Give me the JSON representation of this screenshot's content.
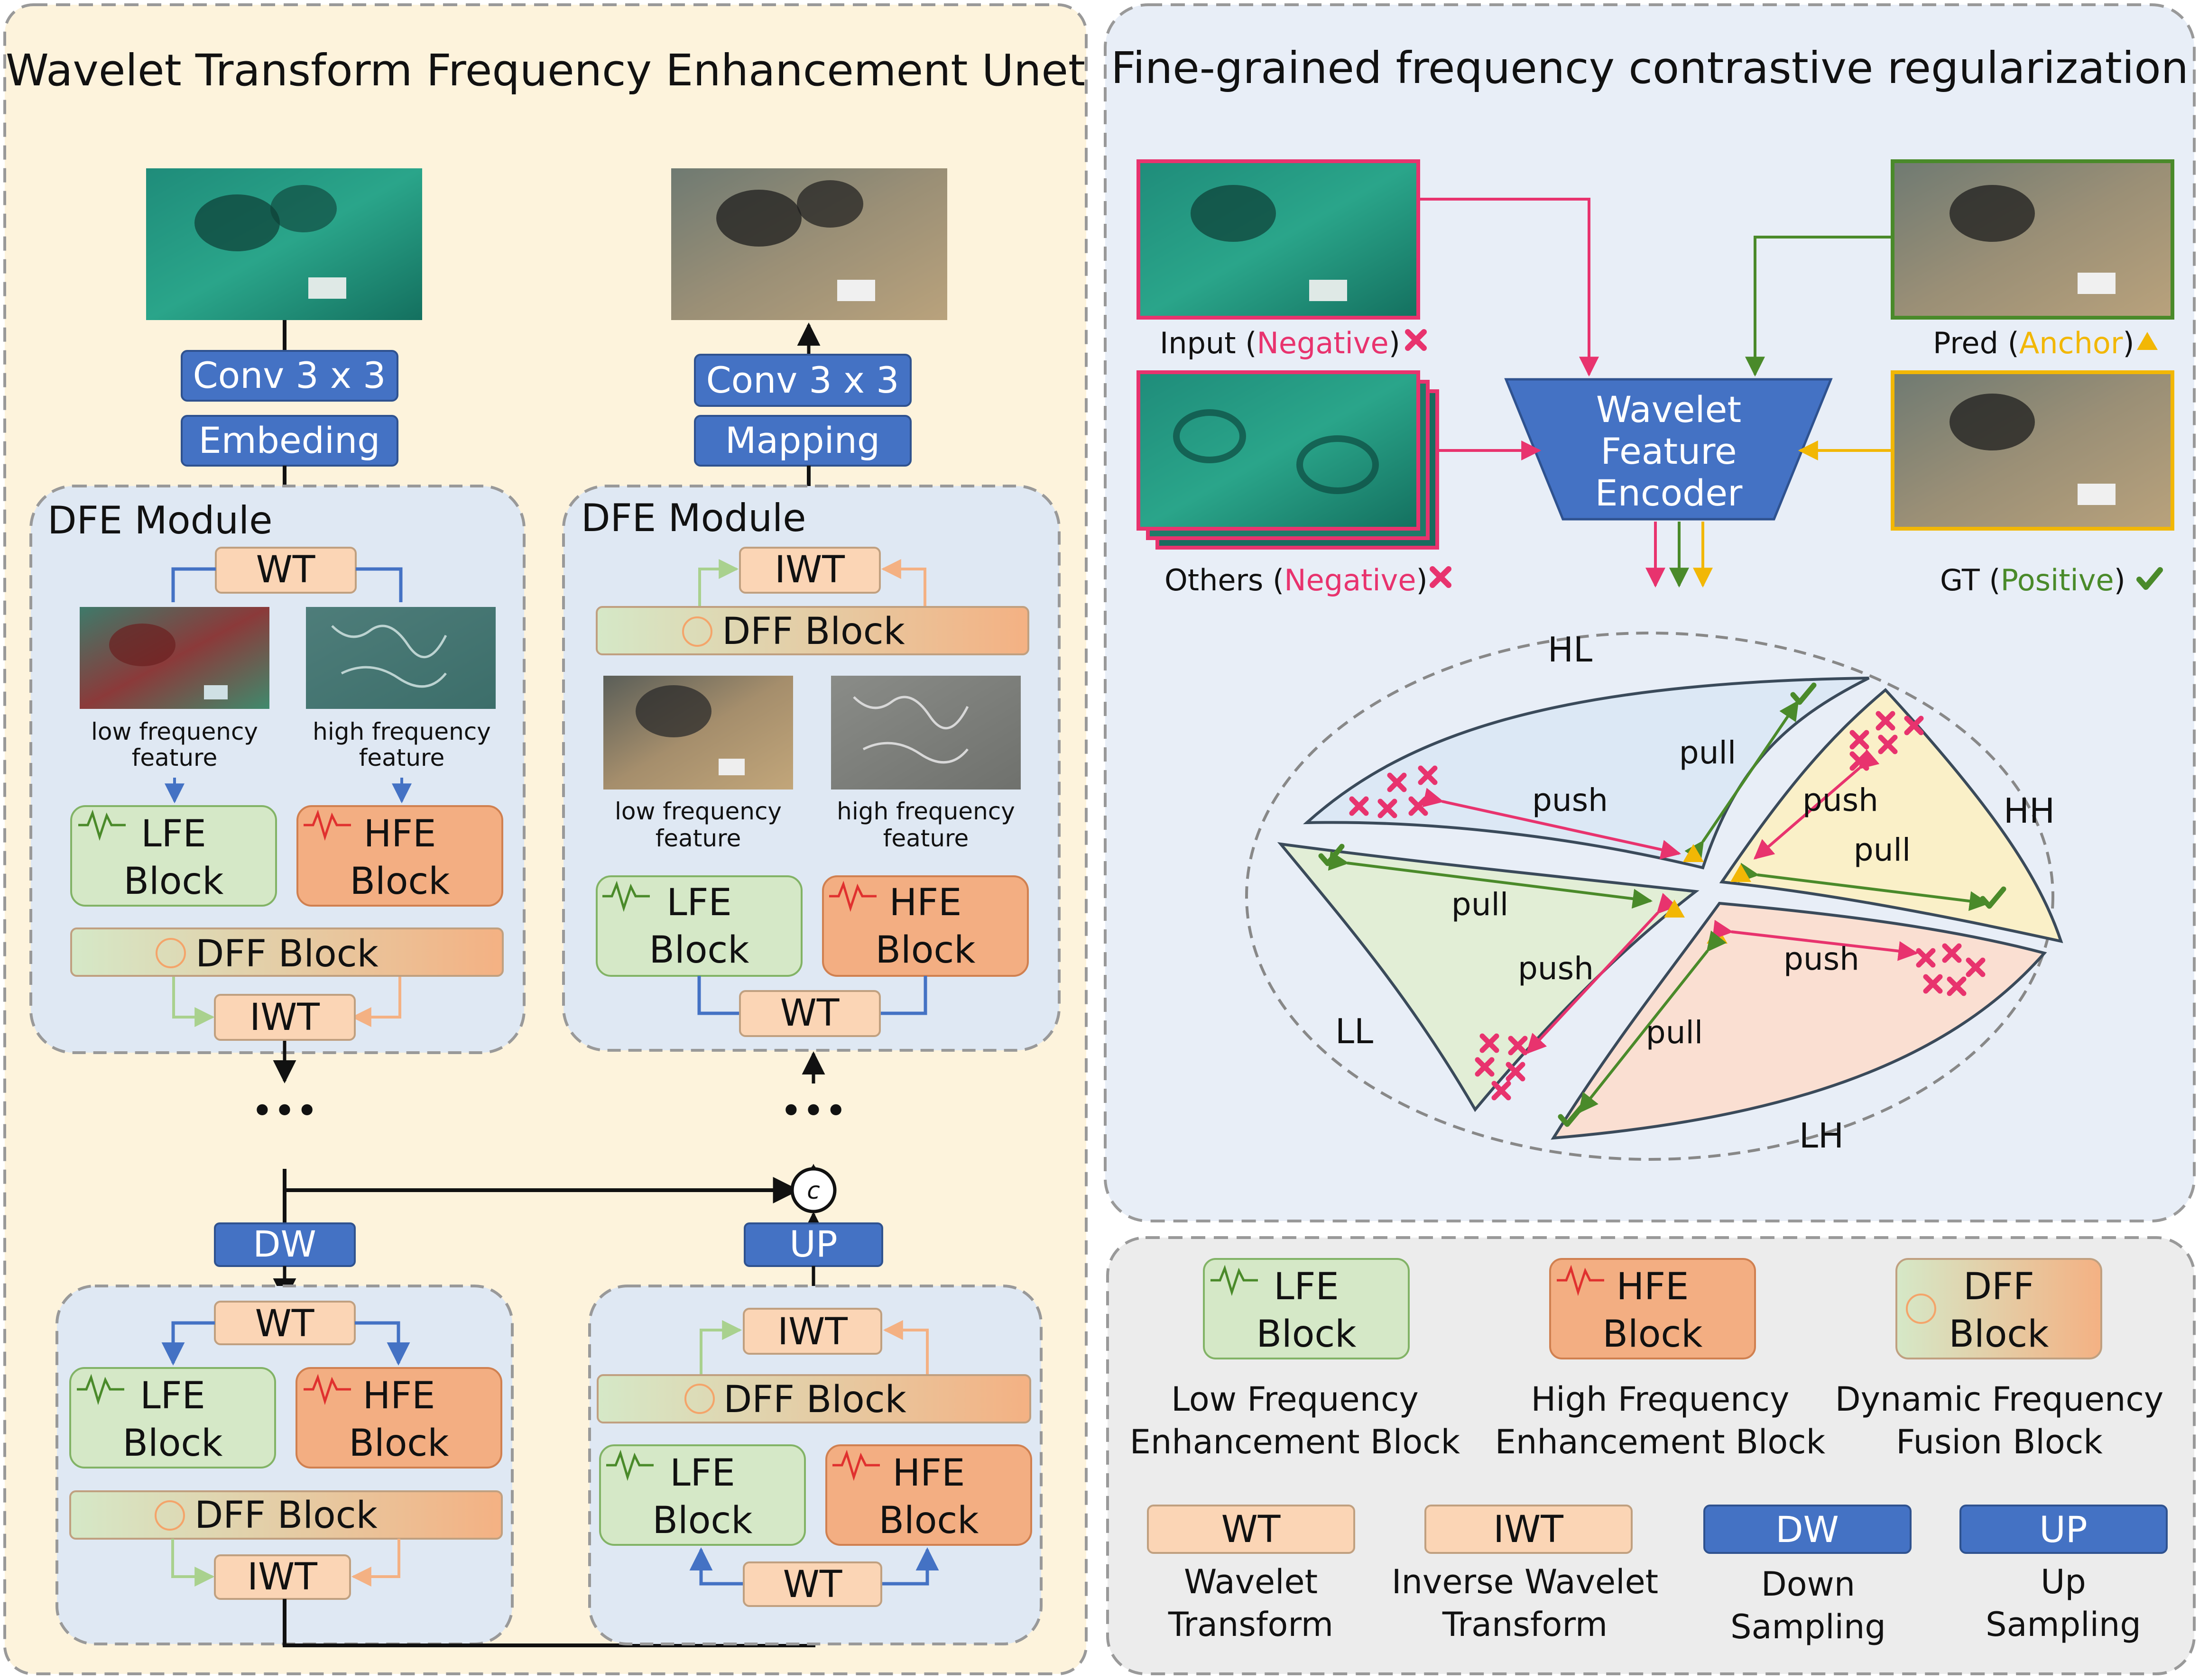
{
  "left_panel": {
    "title": "Wavelet Transform Frequency Enhancement Unet",
    "encoder": {
      "conv_label": "Conv 3 x 3",
      "embed_label": "Embeding",
      "module_title": "DFE Module",
      "wt_label": "WT",
      "low_caption_1": "low frequency",
      "low_caption_2": "feature",
      "high_caption_1": "high frequency",
      "high_caption_2": "feature",
      "lfe_1": "LFE",
      "lfe_2": "Block",
      "hfe_1": "HFE",
      "hfe_2": "Block",
      "dff_label": "DFF Block",
      "iwt_label": "IWT",
      "ellipsis": "•••",
      "dw_label": "DW"
    },
    "decoder": {
      "conv_label": "Conv 3 x 3",
      "mapping_label": "Mapping",
      "module_title": "DFE Module",
      "iwt_label": "IWT",
      "dff_label": "DFF Block",
      "low_caption_1": "low frequency",
      "low_caption_2": "feature",
      "high_caption_1": "high frequency",
      "high_caption_2": "feature",
      "lfe_1": "LFE",
      "lfe_2": "Block",
      "hfe_1": "HFE",
      "hfe_2": "Block",
      "wt_label": "WT",
      "ellipsis": "•••",
      "concat_label": "c",
      "up_label": "UP"
    },
    "bottom_enc": {
      "wt_label": "WT",
      "lfe_1": "LFE",
      "lfe_2": "Block",
      "hfe_1": "HFE",
      "hfe_2": "Block",
      "dff_label": "DFF Block",
      "iwt_label": "IWT"
    },
    "bottom_dec": {
      "iwt_label": "IWT",
      "dff_label": "DFF Block",
      "lfe_1": "LFE",
      "lfe_2": "Block",
      "hfe_1": "HFE",
      "hfe_2": "Block",
      "wt_label": "WT"
    }
  },
  "right_panel": {
    "title": "Fine-grained frequency contrastive regularization",
    "input_label": "Input (",
    "input_neg": "Negative",
    "input_close": ")",
    "others_label": "Others (",
    "others_neg": "Negative",
    "others_close": ")",
    "pred_label": "Pred (",
    "pred_anchor": "Anchor",
    "pred_close": ")",
    "gt_label": "GT (",
    "gt_pos": "Positive",
    "gt_close": ")",
    "encoder_1": "Wavelet",
    "encoder_2": "Feature",
    "encoder_3": "Encoder",
    "regions": {
      "hl": "HL",
      "hh": "HH",
      "ll": "LL",
      "lh": "LH"
    },
    "push": "push",
    "pull": "pull"
  },
  "legend": {
    "lfe_1": "LFE",
    "lfe_2": "Block",
    "lfe_desc_1": "Low Frequency",
    "lfe_desc_2": "Enhancement Block",
    "hfe_1": "HFE",
    "hfe_2": "Block",
    "hfe_desc_1": "High Frequency",
    "hfe_desc_2": "Enhancement Block",
    "dff_1": "DFF",
    "dff_2": "Block",
    "dff_desc_1": "Dynamic Frequency",
    "dff_desc_2": "Fusion Block",
    "wt": "WT",
    "wt_desc_1": "Wavelet",
    "wt_desc_2": "Transform",
    "iwt": "IWT",
    "iwt_desc_1": "Inverse Wavelet",
    "iwt_desc_2": "Transform",
    "dw": "DW",
    "dw_desc_1": "Down",
    "dw_desc_2": "Sampling",
    "up": "UP",
    "up_desc_1": "Up",
    "up_desc_2": "Sampling"
  },
  "colors": {
    "left_bg": "#fdf3dc",
    "right_bg": "#e8eef7",
    "legend_bg": "#ececec",
    "module_bg": "#dfe8f3",
    "blue_box": "#4472c4",
    "wt_box": "#fbd5b5",
    "lfe_box": "#d5e8c7",
    "hfe_box": "#f3ae82",
    "negative": "#e8336e",
    "positive": "#4a8a2a",
    "anchor": "#f2b705"
  }
}
